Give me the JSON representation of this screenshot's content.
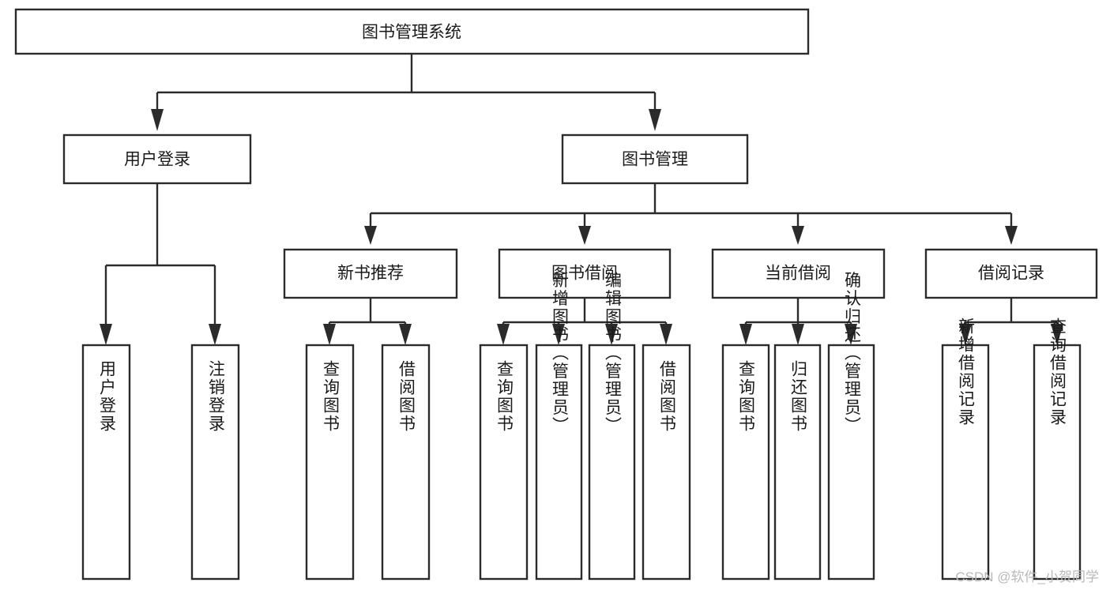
{
  "diagram": {
    "type": "tree",
    "title": "图书管理系统",
    "orientation": "top-down",
    "stroke_color": "#2b2b2b",
    "fill_color": "#ffffff",
    "background": "#ffffff",
    "levels": 3
  },
  "root": {
    "label": "图书管理系统"
  },
  "level1": [
    {
      "label": "用户登录"
    },
    {
      "label": "图书管理"
    }
  ],
  "level2": [
    {
      "label": "新书推荐"
    },
    {
      "label": "图书借阅"
    },
    {
      "label": "当前借阅"
    },
    {
      "label": "借阅记录"
    }
  ],
  "leaves": {
    "user_login": [
      {
        "label": "用户登录"
      },
      {
        "label": "注销登录"
      }
    ],
    "new_book_recommend": [
      {
        "label": "查询图书"
      },
      {
        "label": "借阅图书"
      }
    ],
    "book_borrow": [
      {
        "label": "查询图书"
      },
      {
        "label": "新增图书（管理员）"
      },
      {
        "label": "编辑图书（管理员）"
      },
      {
        "label": "借阅图书"
      }
    ],
    "current_borrow": [
      {
        "label": "查询图书"
      },
      {
        "label": "归还图书"
      },
      {
        "label": "确认归还（管理员）"
      }
    ],
    "borrow_record": [
      {
        "label": "新增借阅记录"
      },
      {
        "label": "查询借阅记录"
      }
    ]
  },
  "watermark": {
    "text": "CSDN @软件_小贺同学"
  }
}
